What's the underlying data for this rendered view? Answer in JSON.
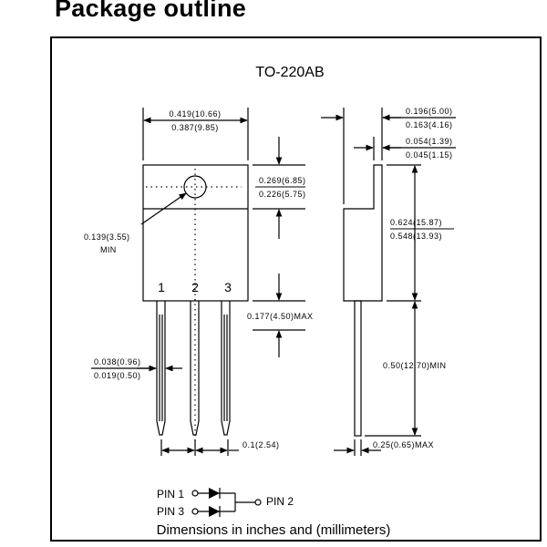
{
  "page": {
    "heading": "Package outline"
  },
  "diagram": {
    "package_name": "TO-220AB",
    "front_view": {
      "width_max": "0.419(10.66)",
      "width_min": "0.387(9.85)",
      "tab_height_max": "0.269(6.85)",
      "tab_height_min": "0.226(5.75)",
      "hole_dia": "0.139(3.55)",
      "hole_dia_note": "MIN",
      "body_to_lead": "0.177(4.50)MAX",
      "lead_width_max": "0.038(0.96)",
      "lead_width_min": "0.019(0.50)",
      "lead_pitch": "0.1(2.54)",
      "pin_labels": [
        "1",
        "2",
        "3"
      ]
    },
    "side_view": {
      "thickness_max": "0.196(5.00)",
      "thickness_min": "0.163(4.16)",
      "tab_thickness_max": "0.054(1.39)",
      "tab_thickness_min": "0.045(1.15)",
      "body_height_max": "0.624(15.87)",
      "body_height_min": "0.548(13.93)",
      "lead_length": "0.50(12.70)MIN",
      "lead_thickness": "0.25(0.65)MAX"
    },
    "schematic": {
      "pin1": "PIN 1",
      "pin3": "PIN 3",
      "pin2": "PIN 2"
    },
    "footer": "Dimensions in inches and (millimeters)"
  }
}
